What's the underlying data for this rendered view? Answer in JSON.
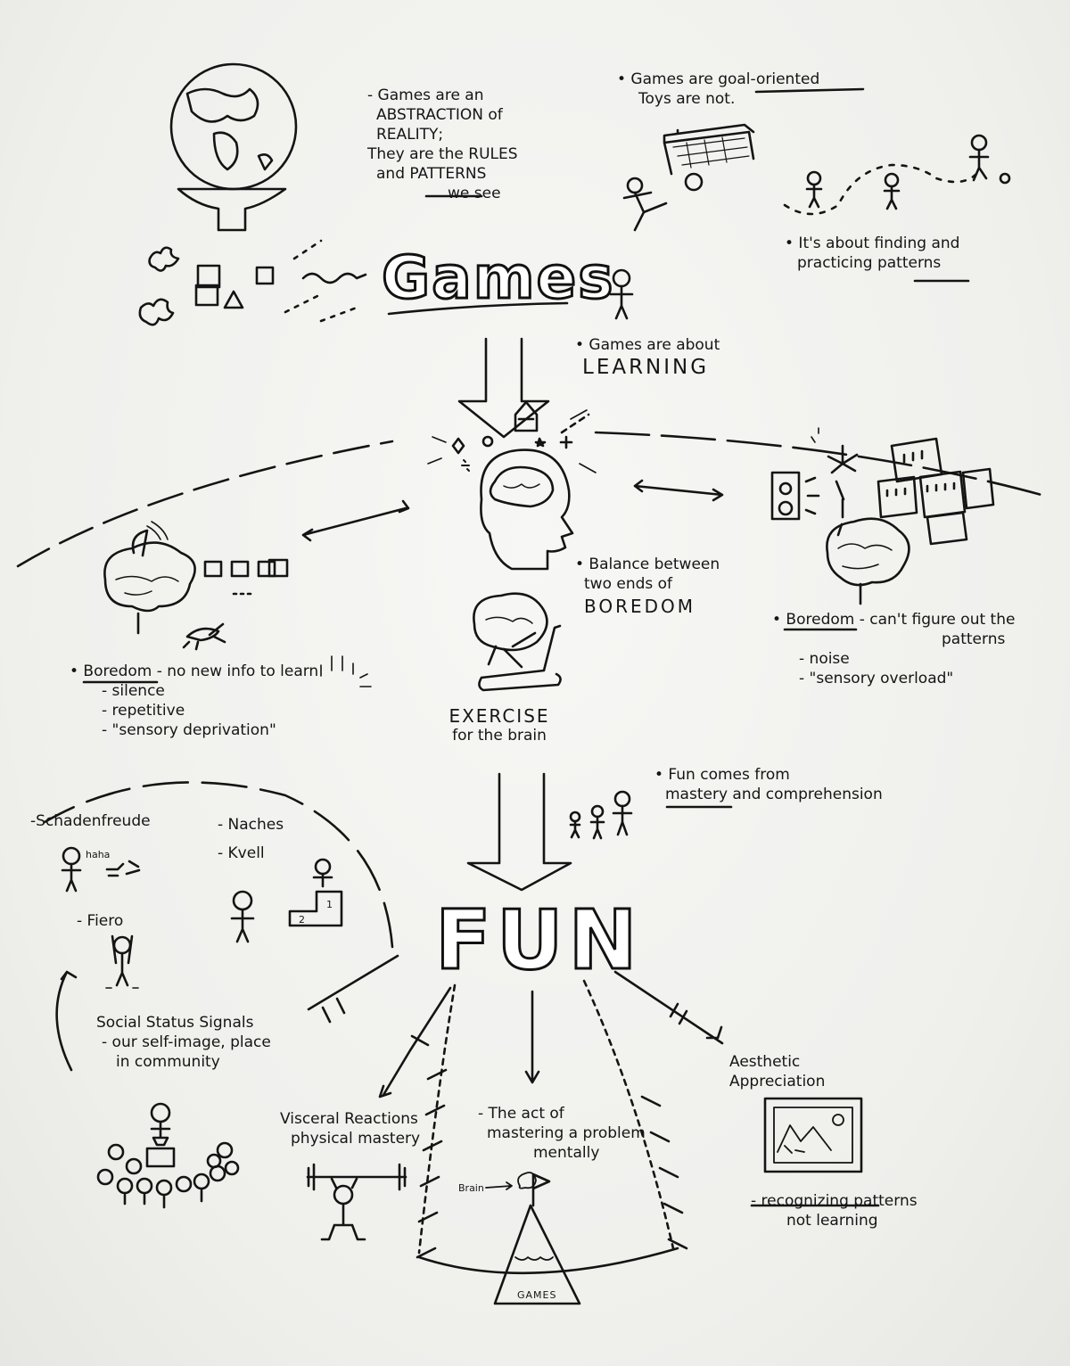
{
  "titles": {
    "games": "Games",
    "fun": "FUN"
  },
  "notes": {
    "abstraction": [
      "- Games are an",
      "ABSTRACTION of",
      "REALITY;",
      "They are the RULES",
      "and PATTERNS",
      "we see"
    ],
    "goal_oriented": [
      "• Games are goal-oriented",
      "Toys are not."
    ],
    "finding_patterns": [
      "• It's about finding and",
      "practicing patterns"
    ],
    "learning": [
      "• Games are about",
      "LEARNING"
    ],
    "balance": [
      "• Balance between",
      "two ends of",
      "BOREDOM"
    ],
    "boredom_left": [
      "• Boredom - no new info to learn",
      "- silence",
      "- repetitive",
      "- \"sensory deprivation\""
    ],
    "boredom_right": [
      "• Boredom - can't figure out the",
      "patterns",
      "- noise",
      "- \"sensory overload\""
    ],
    "exercise": [
      "EXERCISE",
      "for the brain"
    ],
    "fun_comes": [
      "• Fun comes from",
      "mastery and comprehension"
    ],
    "schadenfreude": "-Schadenfreude",
    "haha": "haha",
    "naches": "- Naches",
    "kvell": "- Kvell",
    "fiero": "- Fiero",
    "social": [
      "Social Status Signals",
      "- our self-image, place",
      "in community"
    ],
    "visceral": [
      "Visceral Reactions",
      "physical mastery"
    ],
    "mastering": [
      "- The act of",
      "mastering a problem",
      "mentally"
    ],
    "brain_label": "Brain",
    "games_mountain": "GAMES",
    "aesthetic": [
      "Aesthetic",
      "Appreciation"
    ],
    "recognizing": [
      "- recognizing patterns",
      "not learning"
    ],
    "podium_1": "1",
    "podium_2": "2"
  }
}
